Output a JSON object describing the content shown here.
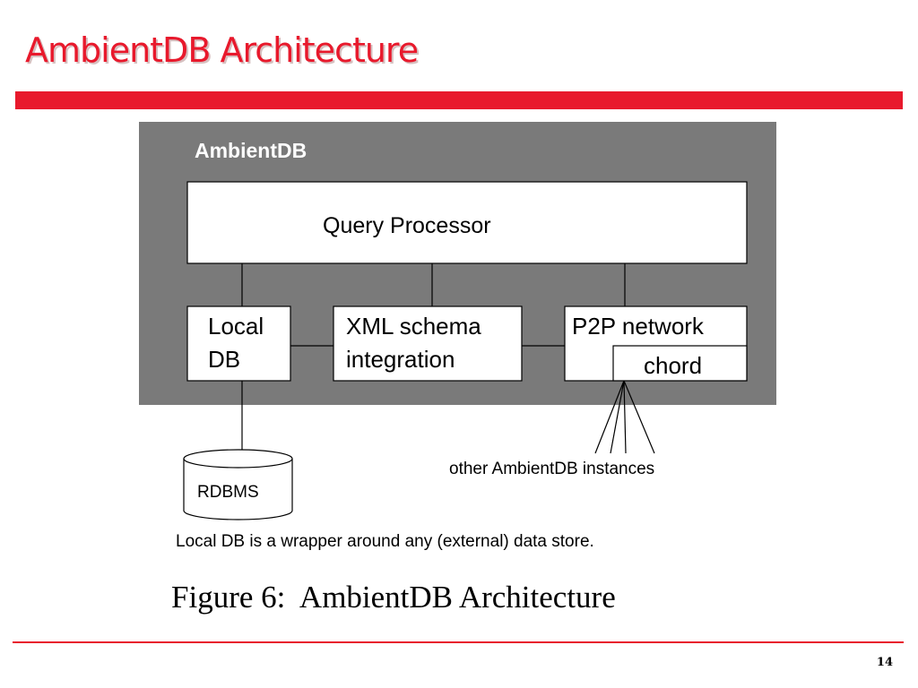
{
  "slide": {
    "title": "AmbientDB Architecture",
    "page_number": "14"
  },
  "diagram": {
    "container_label": "AmbientDB",
    "query_processor": "Query Processor",
    "local_db": [
      "Local",
      "DB"
    ],
    "xml_schema": [
      "XML schema",
      "integration"
    ],
    "p2p_network": "P2P network",
    "chord": "chord",
    "rdbms": "RDBMS",
    "other_instances": "other AmbientDB instances",
    "note": "Local DB is a wrapper around any (external) data store.",
    "caption": "Figure 6:  AmbientDB Architecture"
  },
  "colors": {
    "accent": "#e8192c",
    "container_fill": "#7a7a7a"
  }
}
